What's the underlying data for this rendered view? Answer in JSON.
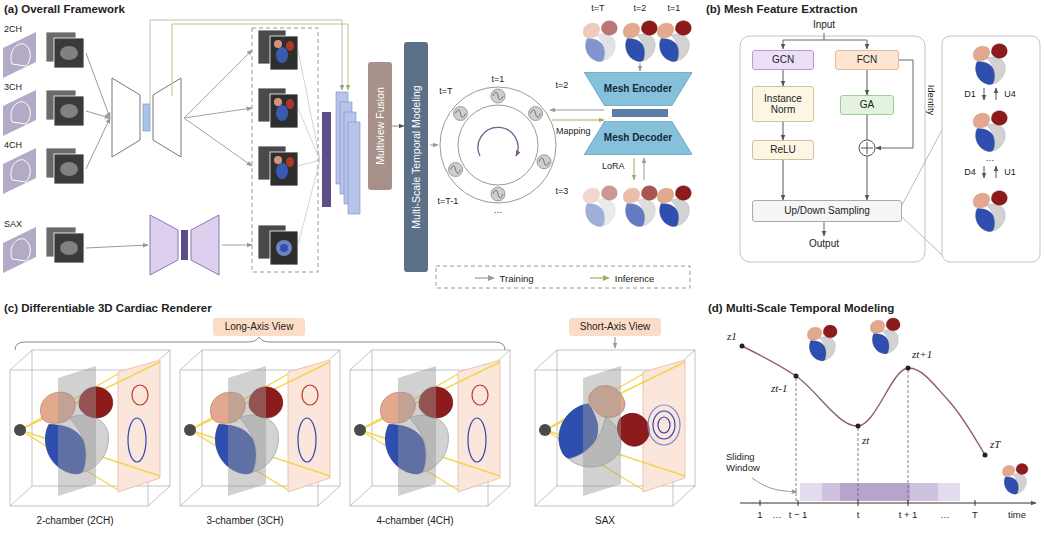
{
  "diagram": {
    "nodes": [
      {
        "text": [
          "Multiview Fusion"
        ]
      },
      {
        "text": [
          "Multi-Scale Temporal Modeling"
        ]
      },
      {
        "text": [
          "Mesh Encoder"
        ]
      },
      {
        "text": [
          "Mesh Decoder"
        ]
      },
      {
        "text": [
          "GCN"
        ]
      },
      {
        "text": [
          "FCN"
        ]
      },
      {
        "text": [
          "Instance Norm"
        ]
      },
      {
        "text": [
          "GA"
        ]
      },
      {
        "text": [
          "ReLU"
        ]
      },
      {
        "text": [
          "Up/Down Sampling"
        ]
      },
      {
        "text": [
          "Long-Axis View"
        ]
      },
      {
        "text": [
          "Short-Axis View"
        ]
      }
    ],
    "edges": [
      {
        "from": 0,
        "to": 1,
        "arrow": "to"
      },
      {
        "from": 4,
        "to": 6,
        "arrow": "to"
      },
      {
        "from": 6,
        "to": 8,
        "arrow": "to"
      },
      {
        "from": 8,
        "to": 9,
        "arrow": "to"
      },
      {
        "from": 5,
        "to": 7,
        "arrow": "to"
      },
      {
        "from": 7,
        "to": 9,
        "arrow": "to"
      }
    ],
    "labels": [
      "(a) Overall Framework",
      "2CH",
      "3CH",
      "4CH",
      "SAX",
      "t=1",
      "t=2",
      "t=3",
      "…",
      "t=T-1",
      "t=T",
      "t=T",
      "t=2",
      "t=1",
      "Mapping",
      "LoRA",
      "(b) Mesh Feature Extraction",
      "Input",
      "Identity",
      "Output",
      "D1",
      "U4",
      "…",
      "D4",
      "U1",
      "(c) Differentiable 3D Cardiac Renderer",
      "2-chamber (2CH)",
      "3-chamber (3CH)",
      "4-chamber (4CH)",
      "SAX",
      "(d) Multi-Scale Temporal Modeling",
      "z1",
      "zt-1",
      "zt",
      "zt+1",
      "zT",
      "Sliding Window",
      "1",
      "…",
      "t − 1",
      "t",
      "t + 1",
      "…",
      "T",
      "time"
    ],
    "legend": [
      {
        "text": "Training"
      },
      {
        "text": "Inference"
      }
    ]
  }
}
